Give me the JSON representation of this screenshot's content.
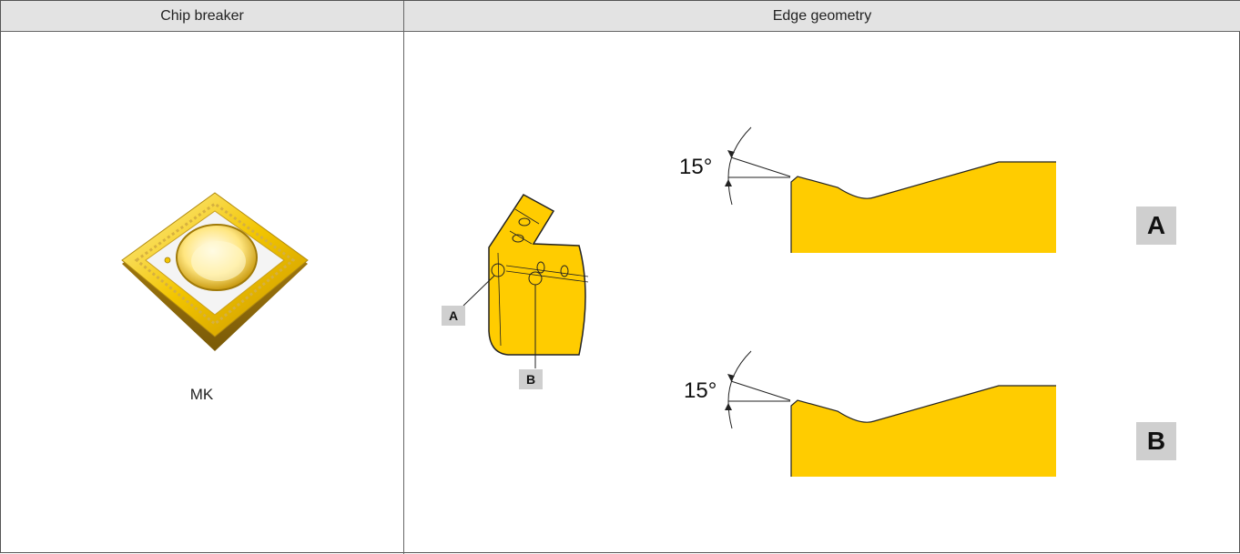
{
  "table": {
    "header_left": "Chip breaker",
    "header_right": "Edge geometry"
  },
  "insert": {
    "name": "MK"
  },
  "callouts": {
    "small_a": "A",
    "small_b": "B"
  },
  "sections": [
    {
      "label": "A",
      "angle": "15°"
    },
    {
      "label": "B",
      "angle": "15°"
    }
  ],
  "colors": {
    "insert_gold": "#f2c500",
    "profile_yellow": "#ffcc00",
    "header_bg": "#e3e3e3",
    "label_box": "#cfcfcf"
  }
}
